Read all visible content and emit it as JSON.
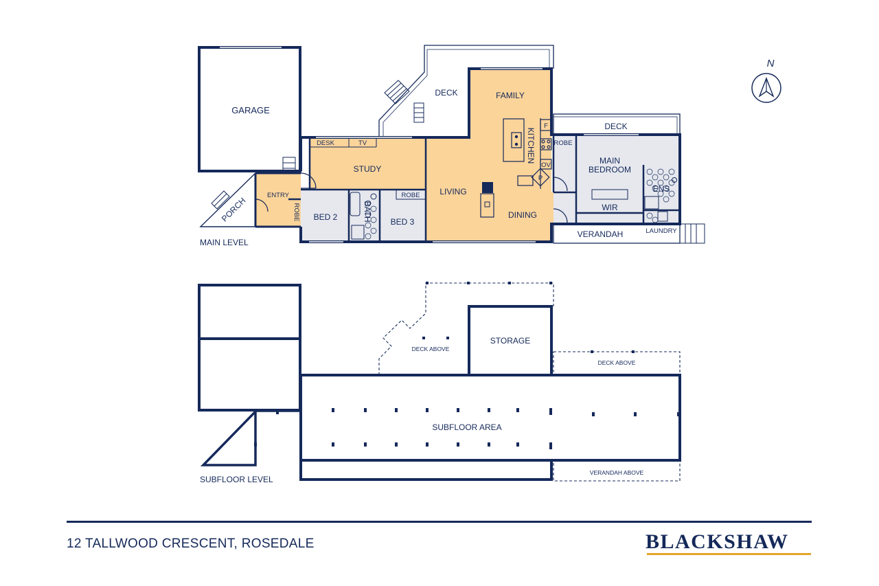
{
  "property": {
    "address": "12 TALLWOOD CRESCENT, ROSEDALE",
    "brand": "BLACKSHAW"
  },
  "compass": {
    "label": "N",
    "icon": "north-arrow-icon"
  },
  "colors": {
    "wall": "#15295a",
    "living_fill": "#fbd49a",
    "bed_fill": "#e6e8ee",
    "brand_accent": "#e3a52a"
  },
  "main_level": {
    "title": "MAIN LEVEL",
    "rooms": {
      "garage": "GARAGE",
      "deck_north": "DECK",
      "family": "FAMILY",
      "kitchen": "KITCHEN",
      "deck_east": "DECK",
      "desk": "DESK",
      "tv": "TV",
      "study": "STUDY",
      "main_bedroom_1": "MAIN",
      "main_bedroom_2": "BEDROOM",
      "robe_main": "ROBE",
      "fridge": "F",
      "oven": "OV",
      "pantry": "P",
      "entry": "ENTRY",
      "robe_entry": "ROBE",
      "porch": "PORCH",
      "bed2": "BED 2",
      "bath": "BATH",
      "bed3": "BED 3",
      "robe_bed3": "ROBE",
      "living": "LIVING",
      "dining": "DINING",
      "ens": "ENS",
      "wir": "WIR",
      "laundry": "LAUNDRY",
      "verandah": "VERANDAH"
    }
  },
  "subfloor_level": {
    "title": "SUBFLOOR LEVEL",
    "areas": {
      "deck_above_north": "DECK ABOVE",
      "storage": "STORAGE",
      "deck_above_east": "DECK ABOVE",
      "subfloor_area": "SUBFLOOR AREA",
      "verandah_above": "VERANDAH ABOVE"
    }
  }
}
